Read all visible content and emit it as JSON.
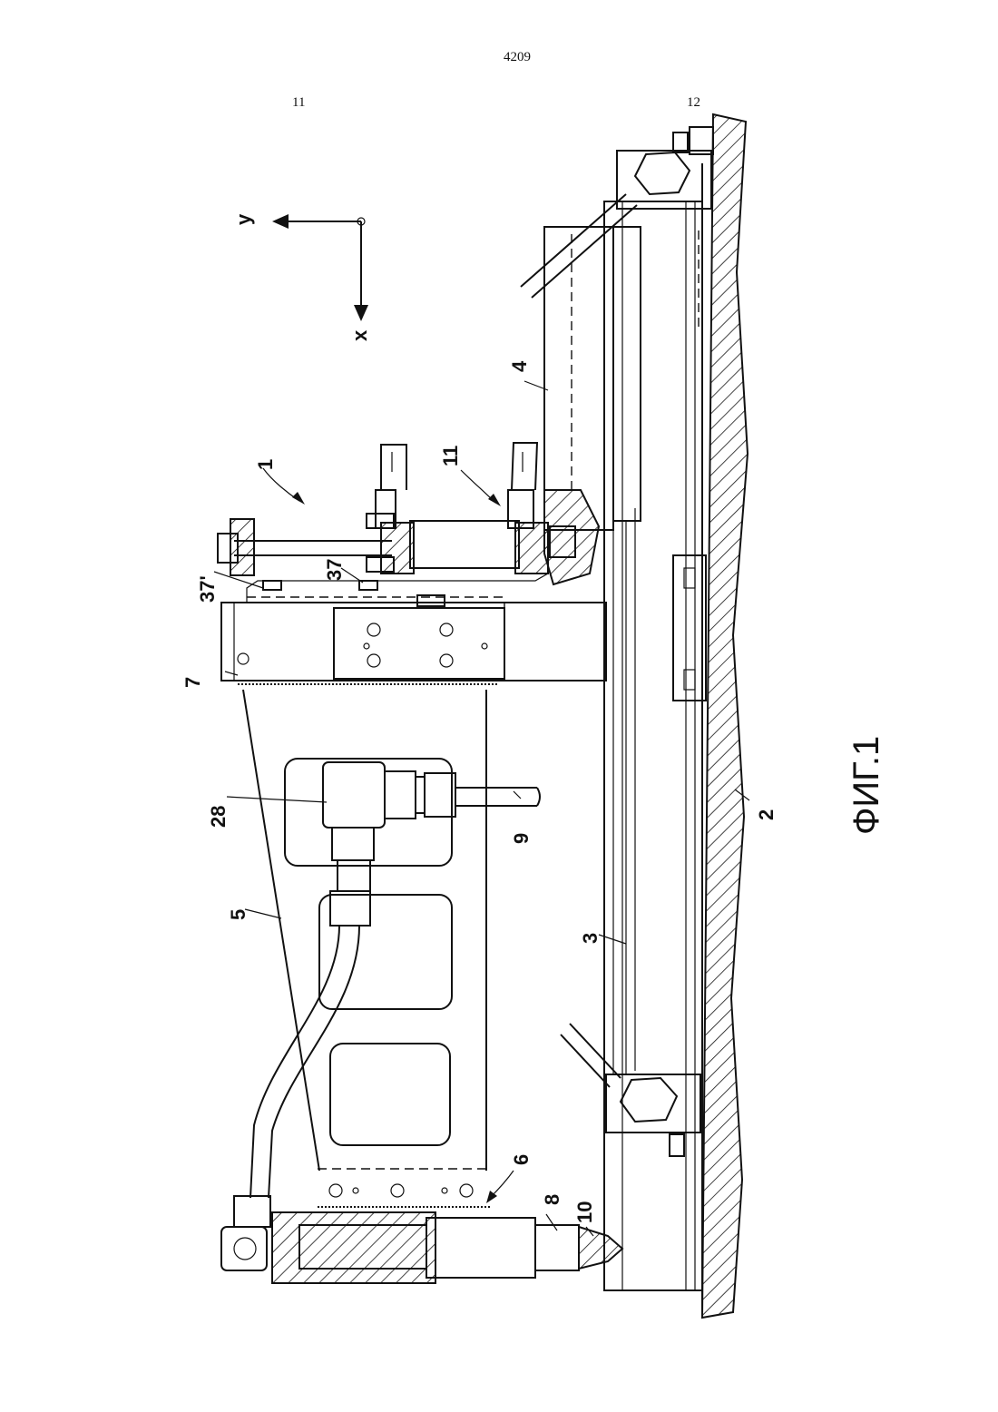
{
  "header": {
    "page_number": "4209",
    "column_left": "11",
    "column_right": "12"
  },
  "axes": {
    "x_label": "x",
    "y_label": "y"
  },
  "labels": {
    "l1": "1",
    "l2": "2",
    "l3": "3",
    "l4": "4",
    "l5": "5",
    "l6": "6",
    "l7": "7",
    "l8": "8",
    "l9": "9",
    "l10": "10",
    "l11": "11",
    "l28": "28",
    "l37": "37",
    "l37p": "37'"
  },
  "figure_caption": "ФИГ.1"
}
